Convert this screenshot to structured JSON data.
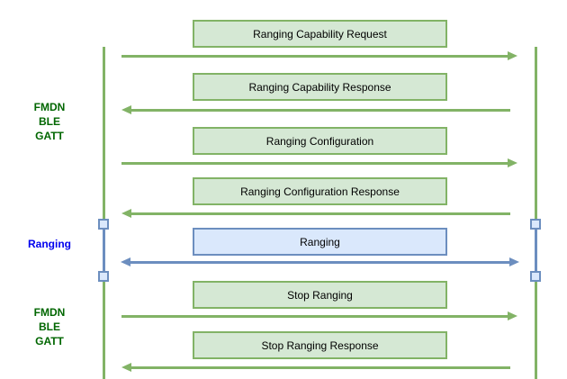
{
  "diagram": {
    "type": "sequence-diagram",
    "side_labels": [
      {
        "id": "fmdn-ble-gatt-top",
        "lines": [
          "FMDN",
          "BLE",
          "GATT"
        ],
        "color": "#006600"
      },
      {
        "id": "ranging",
        "lines": [
          "Ranging"
        ],
        "color": "#0000ee"
      },
      {
        "id": "fmdn-ble-gatt-bottom",
        "lines": [
          "FMDN",
          "BLE",
          "GATT"
        ],
        "color": "#006600"
      }
    ],
    "messages": [
      {
        "label": "Ranging Capability Request",
        "direction": "right",
        "color_scheme": "green"
      },
      {
        "label": "Ranging Capability Response",
        "direction": "left",
        "color_scheme": "green"
      },
      {
        "label": "Ranging Configuration",
        "direction": "right",
        "color_scheme": "green"
      },
      {
        "label": "Ranging Configuration Response",
        "direction": "left",
        "color_scheme": "green"
      },
      {
        "label": "Ranging",
        "direction": "both",
        "color_scheme": "blue"
      },
      {
        "label": "Stop Ranging",
        "direction": "right",
        "color_scheme": "green"
      },
      {
        "label": "Stop Ranging Response",
        "direction": "left",
        "color_scheme": "green"
      }
    ],
    "colors": {
      "green_stroke": "#82b366",
      "green_fill": "#d5e8d4",
      "blue_stroke": "#6c8ebf",
      "blue_fill": "#dae8fc",
      "label_green": "#006600",
      "label_blue": "#0000ee",
      "box_text": "#000000",
      "background": "#ffffff"
    }
  }
}
